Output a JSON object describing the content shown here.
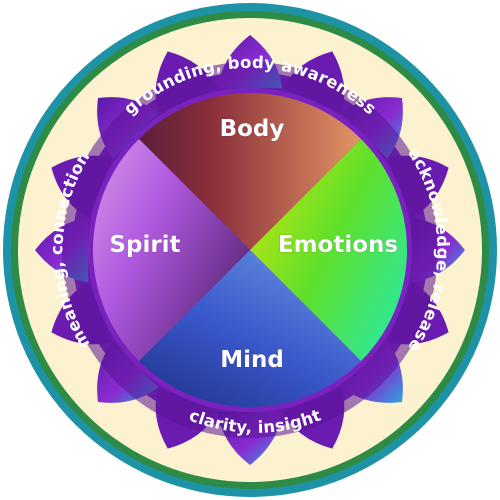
{
  "center": {
    "body": "Body",
    "emotions": "Emotions",
    "mind": "Mind",
    "spirit": "Spirit"
  },
  "ring": {
    "top": "grounding, body awareness",
    "right": "acknowledge, release",
    "bottom": "clarity, insight",
    "left": "meaning, connection"
  },
  "colors": {
    "outer_ring": "#1f93a6",
    "inner_ring": "#2e8b46",
    "background": "#fdf2cf",
    "petal_dark": "#7a1fb0",
    "petal_light": "#2f9bdc"
  }
}
